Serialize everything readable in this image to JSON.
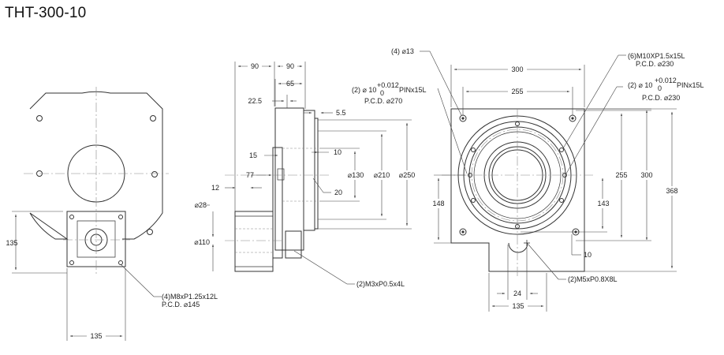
{
  "title": "THT-300-10",
  "front_view": {
    "dim_135_horizontal": "135",
    "dim_135_vertical": "135",
    "bolt_note_line1": "(4)M8xP1.25x12L",
    "bolt_note_line2": "P.C.D. ⌀145"
  },
  "side_view": {
    "dim_90_left": "90",
    "dim_90_right": "90",
    "dim_65": "65",
    "dim_22_5": "22.5",
    "dim_5_5": "5.5",
    "dim_15": "15",
    "dim_10": "10",
    "dim_77": "77",
    "dim_12": "12",
    "dim_20": "20",
    "dim_d28": "⌀28",
    "dim_d110": "⌀110",
    "dim_d130": "⌀130",
    "dim_d210": "⌀210",
    "dim_d250": "⌀250",
    "pin_note_prefix": "(2) ⌀ 10",
    "pin_tol_upper": "+0.012",
    "pin_tol_lower": "0",
    "pin_note_suffix": "PINx15L",
    "pin_pcd": "P.C.D. ⌀270",
    "screw_note": "(2)M3xP0.5x4L"
  },
  "top_view": {
    "hole_note": "(4) ⌀13",
    "dim_300_top": "300",
    "dim_255_top": "255",
    "bolt_note_line1": "(6)M10XP1.5x15L",
    "bolt_note_line2": "P.C.D. ⌀230",
    "pin_note_prefix": "(2) ⌀ 10",
    "pin_tol_upper": "+0.012",
    "pin_tol_lower": "0",
    "pin_note_suffix": "PINx15L",
    "pin_pcd": "P.C.D. ⌀230",
    "dim_148": "148",
    "dim_143": "143",
    "dim_255_right": "255",
    "dim_300_right": "300",
    "dim_368": "368",
    "dim_10": "10",
    "screw_note": "(2)M5xP0.8X8L",
    "dim_24": "24",
    "dim_135": "135"
  }
}
